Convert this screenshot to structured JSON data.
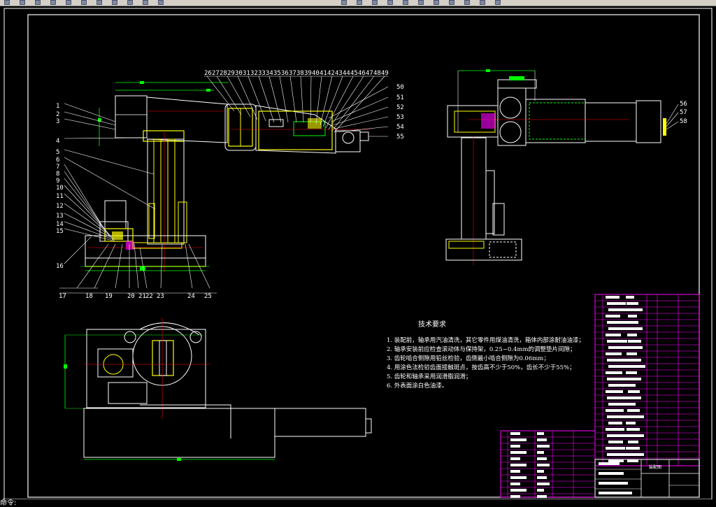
{
  "toolbar": {
    "icons": [
      "new-icon",
      "open-icon",
      "save-icon",
      "print-icon",
      "preview-icon",
      "cut-icon",
      "copy-icon",
      "paste-icon",
      "match-icon",
      "undo-icon",
      "redo-icon",
      "pan-icon",
      "zoom-realtime-icon",
      "zoom-window-icon",
      "zoom-previous-icon",
      "properties-icon",
      "design-center-icon",
      "tool-palette-icon",
      "sheet-set-icon",
      "markup-icon",
      "calc-icon",
      "help-icon"
    ]
  },
  "drawing": {
    "callouts_left": [
      "1",
      "2",
      "3",
      "4",
      "5",
      "6",
      "7",
      "8",
      "9",
      "10",
      "11",
      "12",
      "13",
      "14",
      "15",
      "16"
    ],
    "callouts_bottom": [
      "17",
      "18",
      "19",
      "20",
      "21",
      "22",
      "23",
      "24",
      "25"
    ],
    "callouts_top": [
      "26",
      "27",
      "28",
      "29",
      "30",
      "31",
      "32",
      "33",
      "34",
      "35",
      "36",
      "37",
      "38",
      "39",
      "40",
      "41",
      "42",
      "43",
      "44",
      "45",
      "46",
      "47",
      "48",
      "49"
    ],
    "callouts_right": [
      "50",
      "51",
      "52",
      "53",
      "54",
      "55"
    ],
    "callouts_side": [
      "56",
      "57",
      "58"
    ],
    "requirements": {
      "title": "技术要求",
      "items": [
        "1. 装配前，轴承用汽油清洗，其它零件用煤油清洗，箱体内部涂耐油油漆；",
        "2. 轴承安装前应检查滚动体与保持架，0.25~0.4mm的调整垫片间隙；",
        "3. 齿轮啮合侧隙用铅丝检验，齿侧最小啮合侧隙为0.06mm；",
        "4. 用涂色法检验齿面接触斑点，按齿高不少于50%，齿长不少于55%；",
        "5. 齿轮和轴承采用润滑脂润滑；",
        "6. 外表面涂白色油漆。"
      ]
    },
    "title_block": {
      "name": "装配图"
    }
  },
  "status": {
    "text": "命令:"
  },
  "colors": {
    "background": "#000000",
    "outline": "#ffffff",
    "part": "#ffff00",
    "dimension": "#00ff00",
    "centerline": "#ff0000",
    "table": "#ff00ff"
  }
}
